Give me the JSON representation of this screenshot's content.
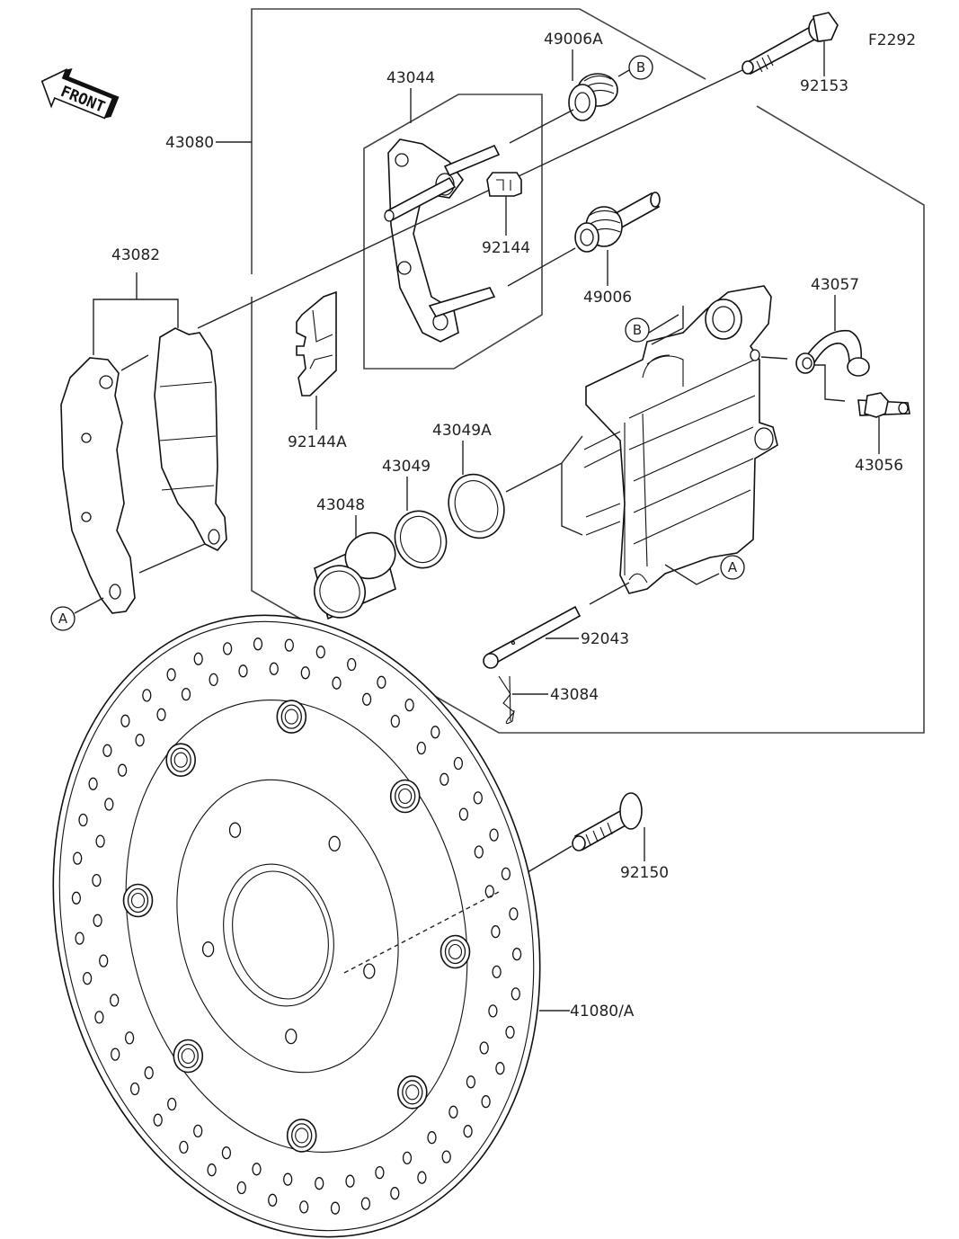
{
  "diagram": {
    "figure_code": "F2292",
    "front_indicator": "FRONT",
    "part_labels": {
      "p43080": "43080",
      "p43082": "43082",
      "p43044": "43044",
      "p49006A": "49006A",
      "p92153": "92153",
      "p92144": "92144",
      "p49006": "49006",
      "p92144A": "92144A",
      "p43057": "43057",
      "p43049A": "43049A",
      "p43049": "43049",
      "p43048": "43048",
      "p43056": "43056",
      "p92043": "92043",
      "p43084": "43084",
      "p92150": "92150",
      "p41080A": "41080/A"
    },
    "reference_markers": {
      "a_pad": "A",
      "a_caliper": "A",
      "b_top": "B",
      "b_caliper": "B"
    }
  }
}
